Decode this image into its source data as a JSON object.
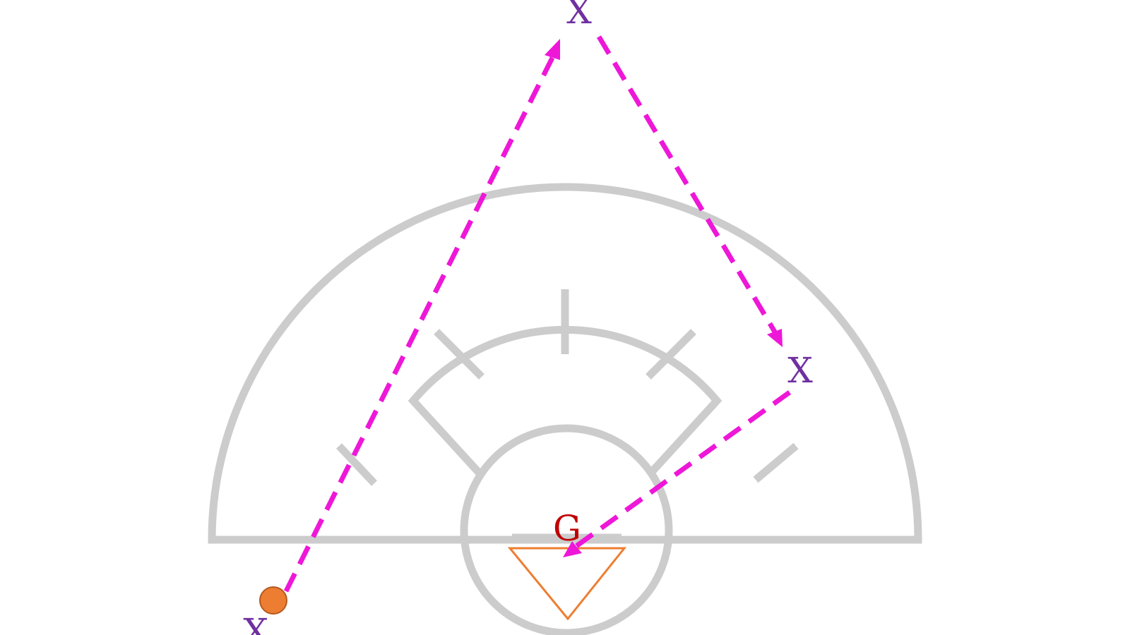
{
  "colors": {
    "field_lines": "#cccccc",
    "pass_arrows": "#ee17d8",
    "players": "#7030a0",
    "goalie": "#c00000",
    "ball": "#ed7d31",
    "ball_outline": "#b35a1f",
    "goal": "#ed7d31"
  },
  "players": [
    {
      "id": "top",
      "label": "X"
    },
    {
      "id": "right",
      "label": "X"
    },
    {
      "id": "bottom-left",
      "label": "X"
    }
  ],
  "goalie": {
    "label": "G"
  },
  "icons": {
    "ball": "ball-icon",
    "goal": "goal-triangle-icon",
    "arrow": "arrow-head-icon"
  }
}
